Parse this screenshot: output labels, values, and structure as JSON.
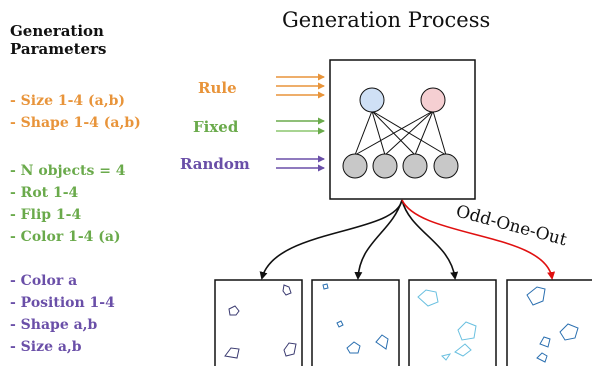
{
  "params_title": "Generation\nParameters",
  "process_title": "Generation Process",
  "odd_label": "Odd-One-Out",
  "categories": [
    {
      "label": "Rule",
      "color": "#e8943a"
    },
    {
      "label": "Fixed",
      "color": "#6aaa4b"
    },
    {
      "label": "Random",
      "color": "#6a4fa8"
    }
  ],
  "rule_params": [
    "- Size 1-4 (a,b)",
    "- Shape 1-4 (a,b)"
  ],
  "fixed_params": [
    "- N objects = 4",
    "- Rot 1-4",
    "- Flip 1-4",
    "- Color 1-4 (a)"
  ],
  "random_params": [
    "- Color a",
    "- Position 1-4",
    "- Shape a,b",
    "- Size a,b"
  ],
  "colors": {
    "node_blue": "#cfe0f5",
    "node_pink": "#f5cfd2",
    "node_gray": "#c8c8c8",
    "odd_arrow": "#e01010"
  }
}
